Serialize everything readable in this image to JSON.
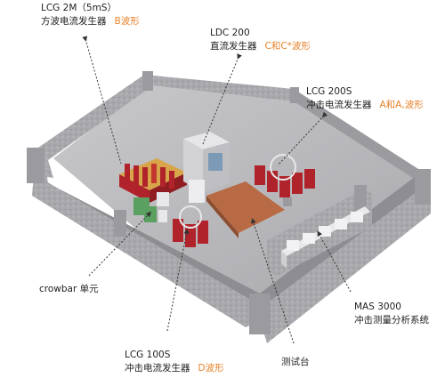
{
  "colors": {
    "label_text": "#222222",
    "waveform_text": "#e8822a",
    "wall": "#a8a8ac",
    "floor": "#b9b9bd",
    "test_bench": "#b86a45",
    "generator_red": "#b0232a"
  },
  "labels": {
    "lcg_2m": {
      "model": "LCG  2M（5mS）",
      "desc": "方波电流发生器",
      "wave": "B波形"
    },
    "ldc_200": {
      "model": "LDC  200",
      "desc": "直流发生器",
      "wave": "C和C*波形"
    },
    "lcg_200s": {
      "model": "LCG  200S",
      "desc": "冲击电流发生器",
      "wave": "A和A,波形"
    },
    "crowbar": {
      "desc": "crowbar  单元"
    },
    "mas_3000": {
      "model": "MAS 3000",
      "desc": "冲击测量分析系统"
    },
    "test_bench": {
      "desc": "测试台"
    },
    "lcg_100s": {
      "model": "LCG  100S",
      "desc": "冲击电流发生器",
      "wave": "D波形"
    }
  }
}
